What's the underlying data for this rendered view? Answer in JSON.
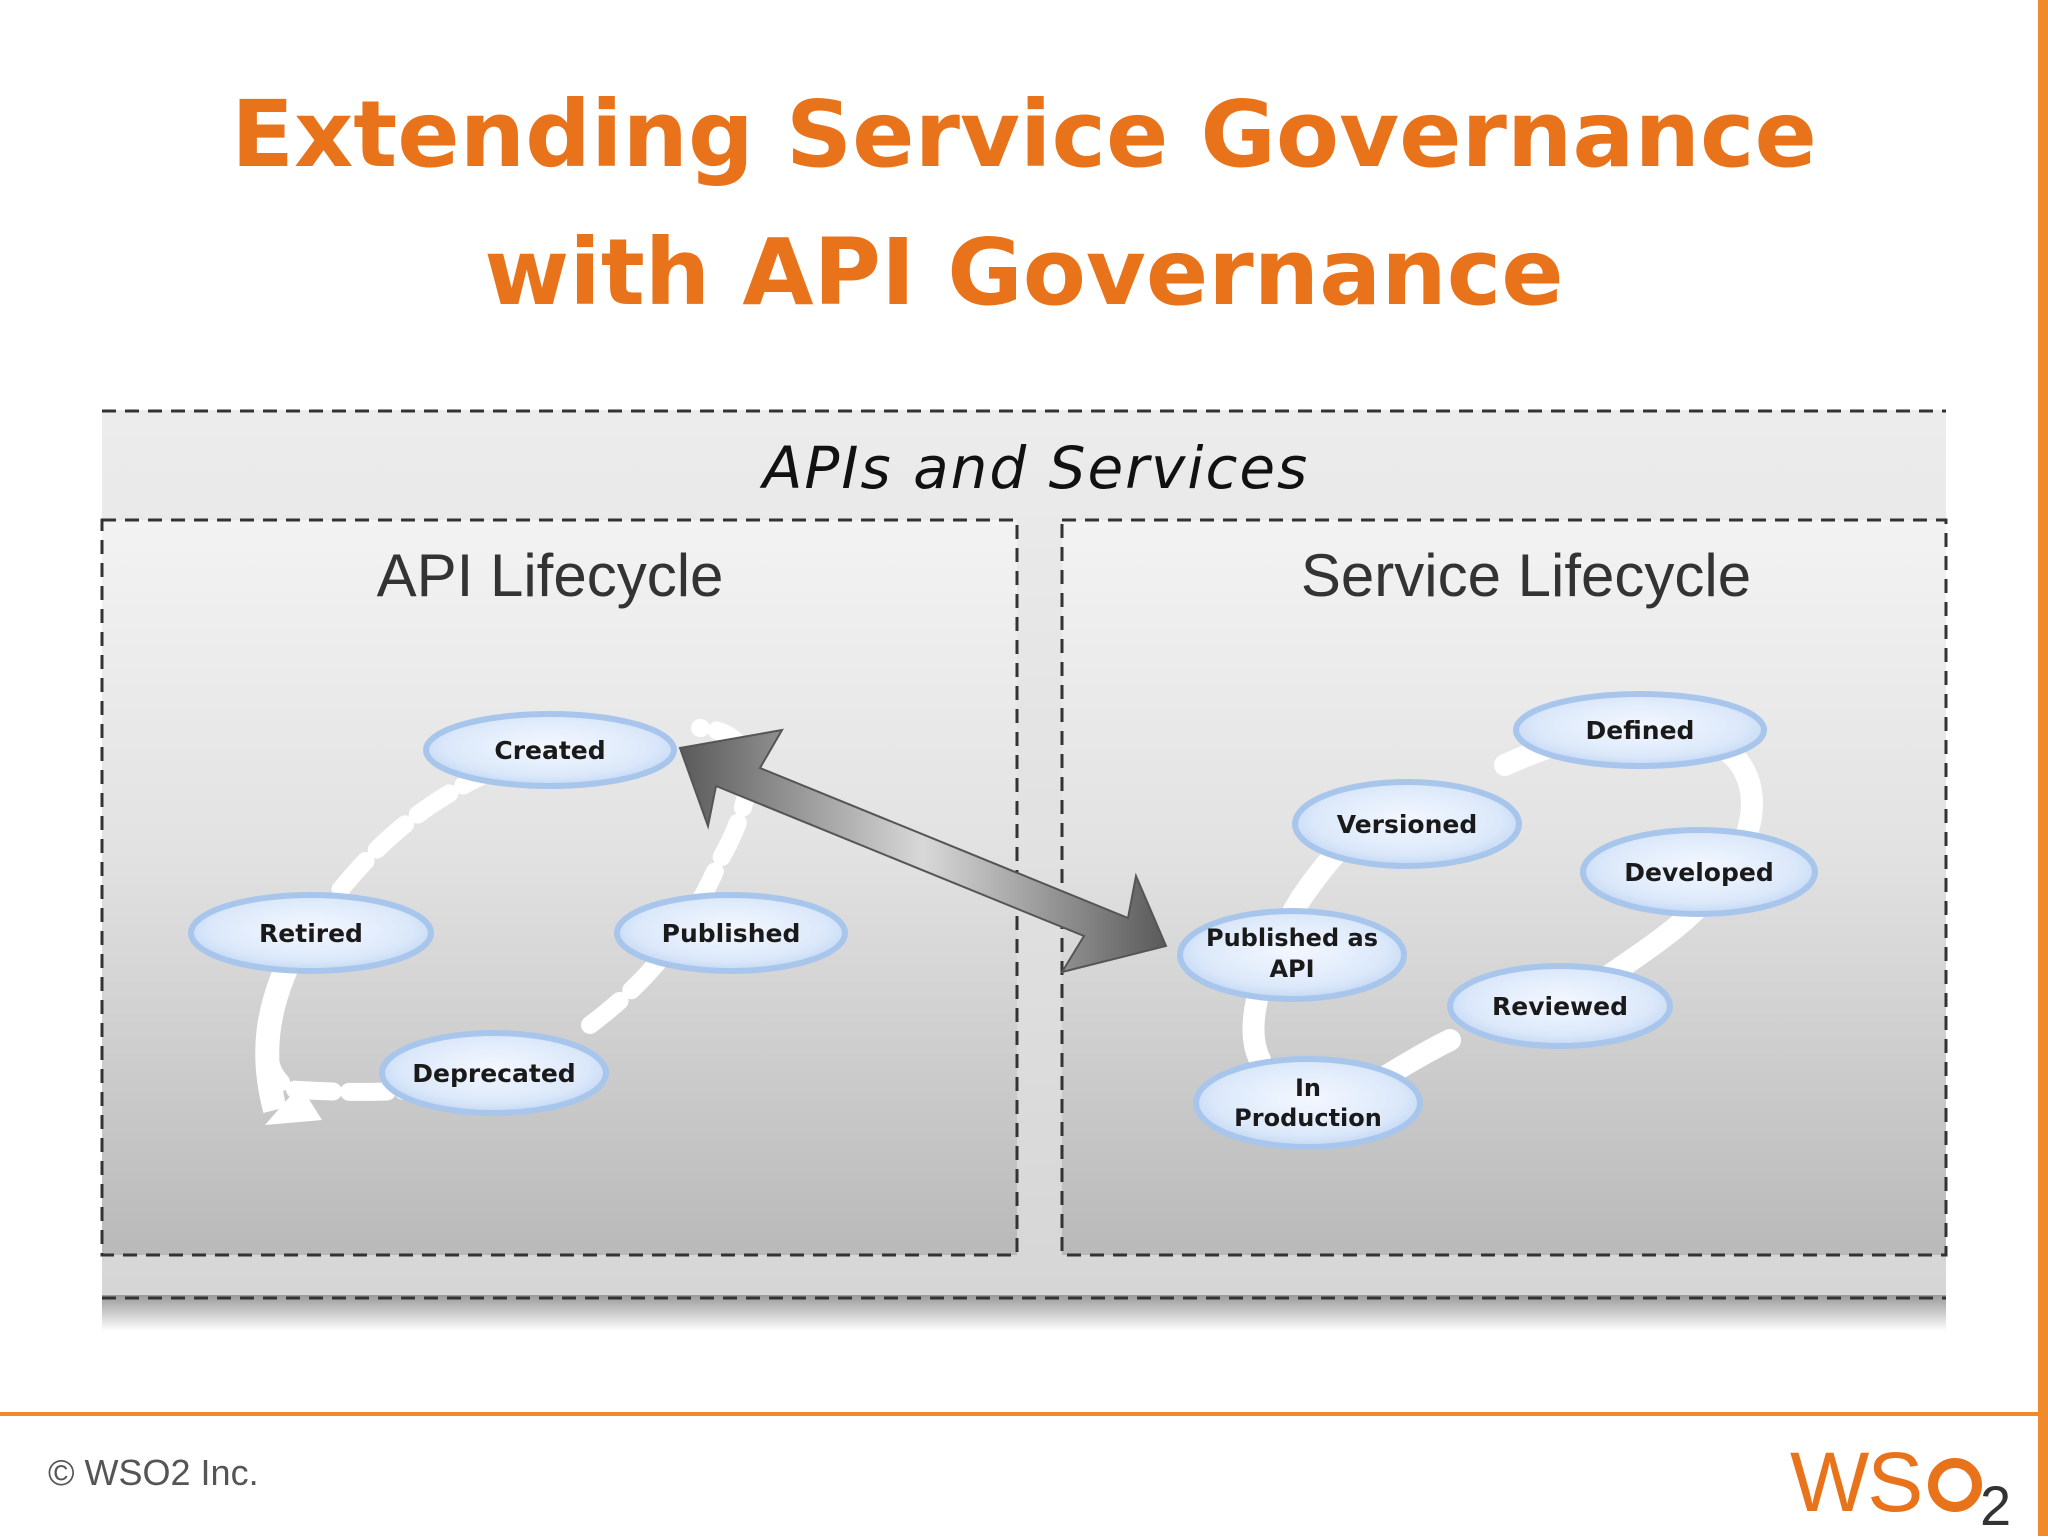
{
  "title": {
    "line1": "Extending Service Governance",
    "line2": "with API Governance"
  },
  "diagram": {
    "outer_label": "APIs and Services",
    "api_panel": {
      "title": "API Lifecycle",
      "nodes": [
        "Created",
        "Published",
        "Deprecated",
        "Retired"
      ]
    },
    "service_panel": {
      "title": "Service Lifecycle",
      "nodes": [
        "Defined",
        "Versioned",
        "Developed",
        "Published as",
        "API",
        "Reviewed",
        "In",
        "Production"
      ]
    }
  },
  "footer": {
    "copyright": "© WSO2 Inc.",
    "logo_ws": "WS",
    "logo_sub": "2"
  },
  "colors": {
    "accent": "#e8731b",
    "node_fill": "#d9e8fb",
    "node_stroke": "#9fbfe6"
  }
}
